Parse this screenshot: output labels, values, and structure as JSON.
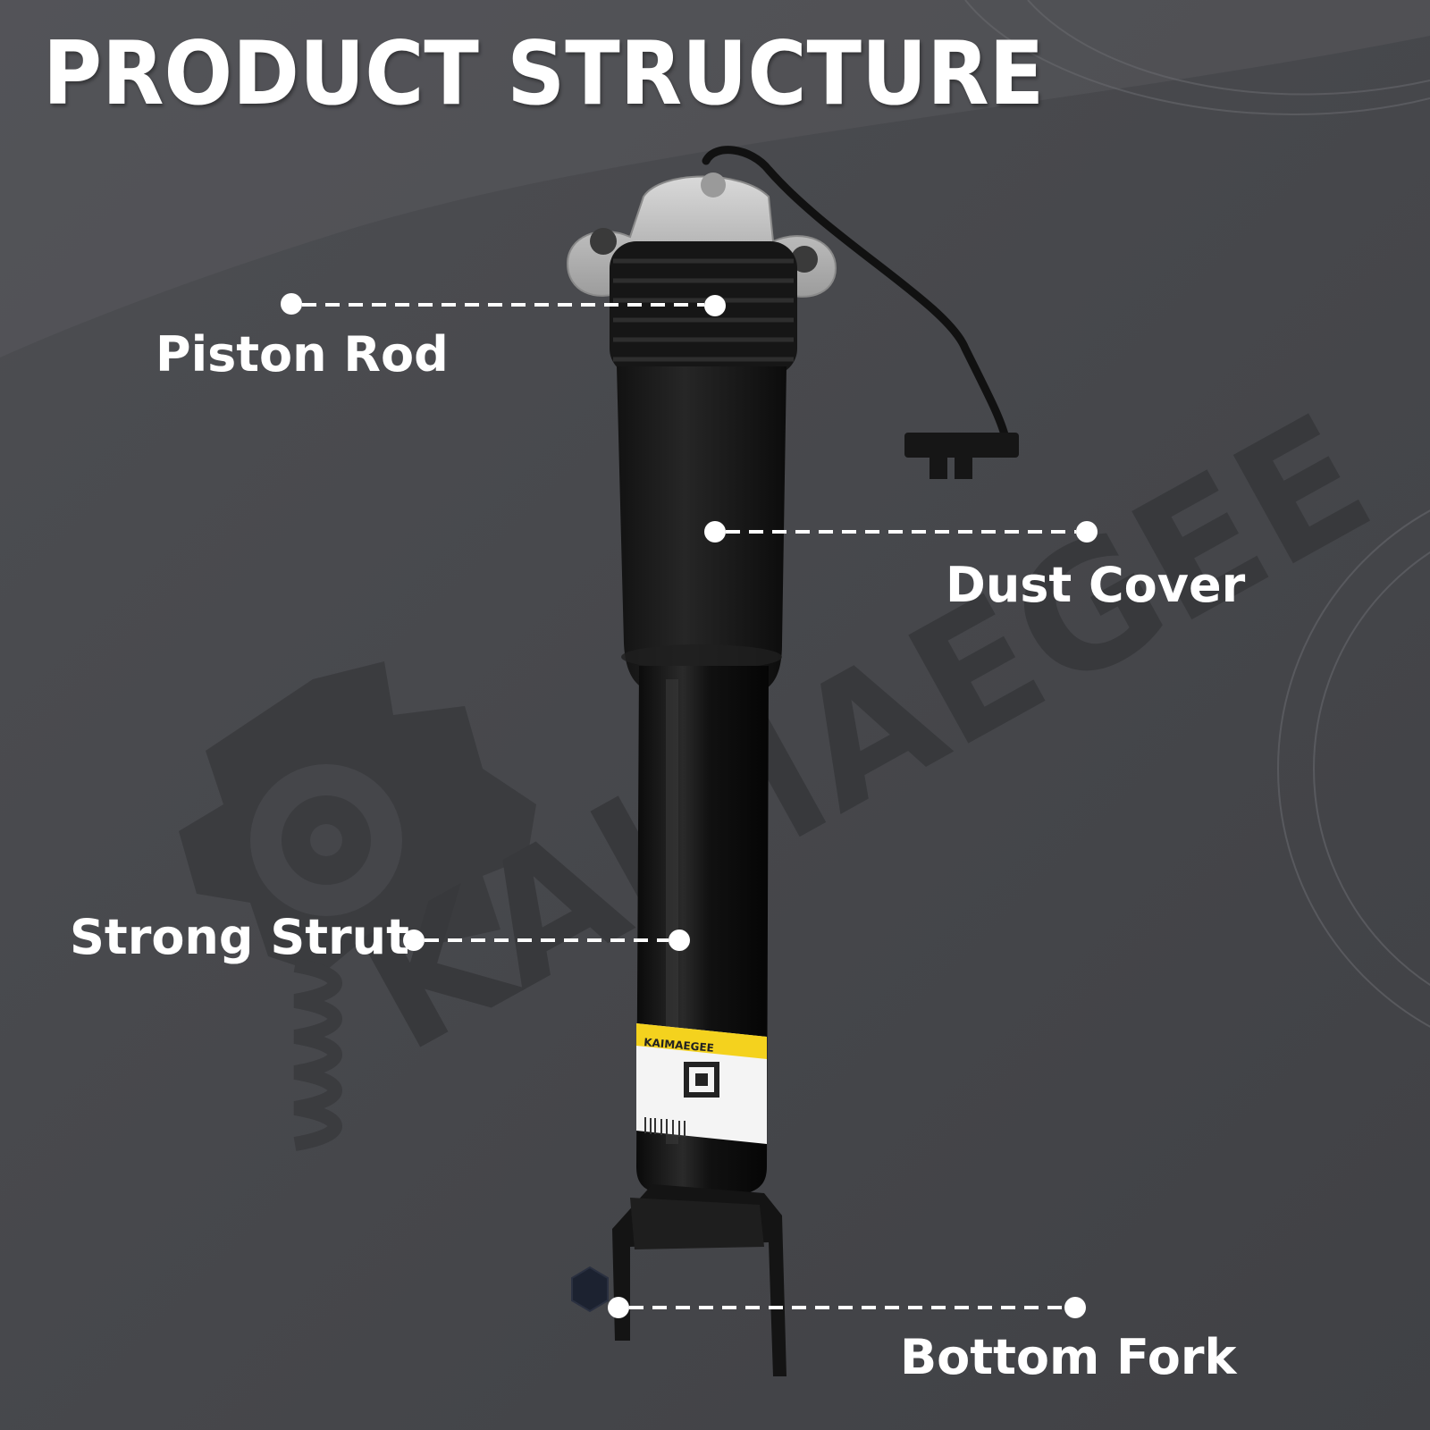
{
  "title": "PRODUCT STRUCTURE",
  "watermark": "KAIMAEGEE",
  "label_brand": "KAIMAEGEE",
  "callouts": [
    {
      "label": "Piston Rod"
    },
    {
      "label": "Dust Cover"
    },
    {
      "label": "Strong Strut"
    },
    {
      "label": "Bottom Fork"
    }
  ],
  "colors": {
    "background": "#45464a",
    "text": "#ffffff",
    "label_yellow": "#f4d21e"
  }
}
